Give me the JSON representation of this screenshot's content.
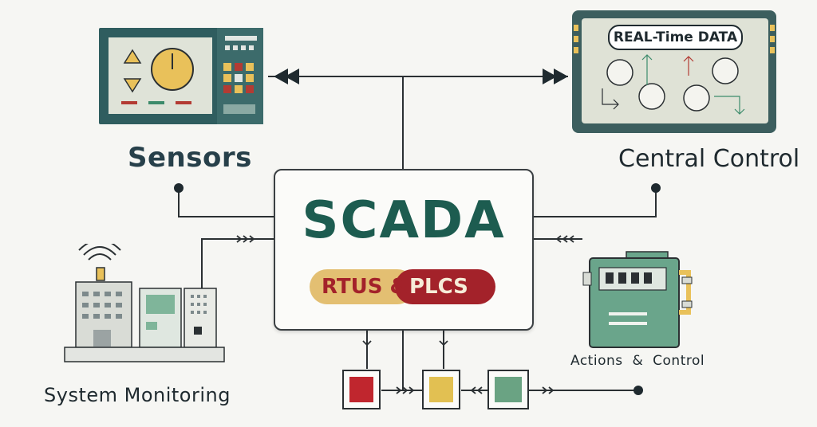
{
  "title": "SCADA",
  "subtitle_part1": "RTUS &",
  "subtitle_part2": "PLCS",
  "nodes": {
    "sensors": "Sensors",
    "central_control": "Central Control",
    "system_monitoring": "System Monitoring",
    "actions_control": "Actions & Control"
  },
  "realtime_label": "REAL-Time DATA",
  "colors": {
    "scada_green": "#1d5c50",
    "pill_gold": "#e3bf72",
    "pill_red": "#a3222a",
    "panel_teal": "#2f5d5f",
    "machine_green": "#6aa58b",
    "square_red": "#c0262e",
    "square_yellow": "#e2c052",
    "square_green": "#6aa383"
  }
}
